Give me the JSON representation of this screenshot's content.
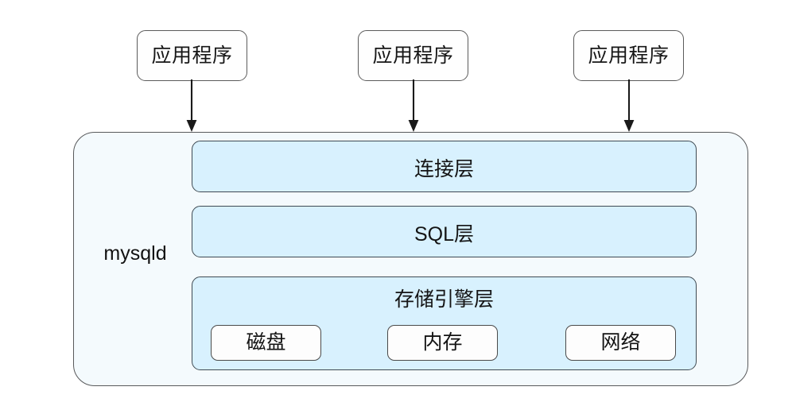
{
  "diagram": {
    "title": "MySQL mysqld architecture",
    "colors": {
      "client_fill": "#fefefe",
      "client_stroke": "#5b5b5b",
      "container_fill": "#f4fafd",
      "container_stroke": "#58595b",
      "layer_fill": "#d8f1fe",
      "layer_stroke": "#3f4a52",
      "resource_fill": "#fdfdfd",
      "resource_stroke": "#4a4a4a",
      "arrow_stroke": "#1a1a1a",
      "page_background": "#ffffff"
    },
    "clients": [
      {
        "label": "应用程序"
      },
      {
        "label": "应用程序"
      },
      {
        "label": "应用程序"
      }
    ],
    "arrows": [
      {
        "name": "client-1-to-mysqld",
        "direction": "down"
      },
      {
        "name": "client-2-to-mysqld",
        "direction": "down"
      },
      {
        "name": "client-3-to-mysqld",
        "direction": "down"
      }
    ],
    "container": {
      "label": "mysqld"
    },
    "layers": [
      {
        "name": "connection",
        "label": "连接层"
      },
      {
        "name": "sql",
        "label": "SQL层"
      },
      {
        "name": "storage",
        "label": "存储引擎层"
      }
    ],
    "resources": [
      {
        "name": "disk",
        "label": "磁盘"
      },
      {
        "name": "memory",
        "label": "内存"
      },
      {
        "name": "network",
        "label": "网络"
      }
    ]
  }
}
